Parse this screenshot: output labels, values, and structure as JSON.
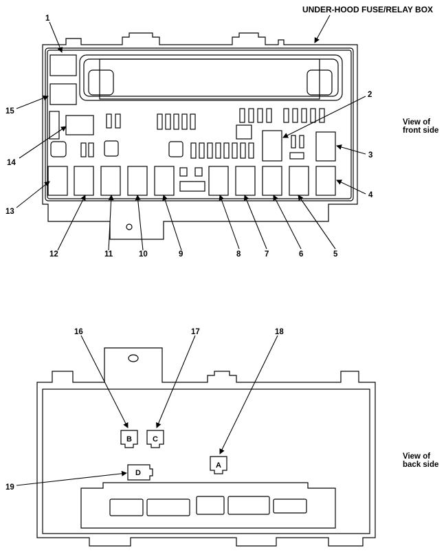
{
  "title": "UNDER-HOOD FUSE/RELAY BOX",
  "views": {
    "front": {
      "line1": "View of",
      "line2": "front side"
    },
    "back": {
      "line1": "View of",
      "line2": "back side"
    }
  },
  "callouts": {
    "c1": "1",
    "c2": "2",
    "c3": "3",
    "c4": "4",
    "c5": "5",
    "c6": "6",
    "c7": "7",
    "c8": "8",
    "c9": "9",
    "c10": "10",
    "c11": "11",
    "c12": "12",
    "c13": "13",
    "c14": "14",
    "c15": "15",
    "c16": "16",
    "c17": "17",
    "c18": "18",
    "c19": "19"
  },
  "connectors": {
    "a": "A",
    "b": "B",
    "c": "C",
    "d": "D"
  }
}
